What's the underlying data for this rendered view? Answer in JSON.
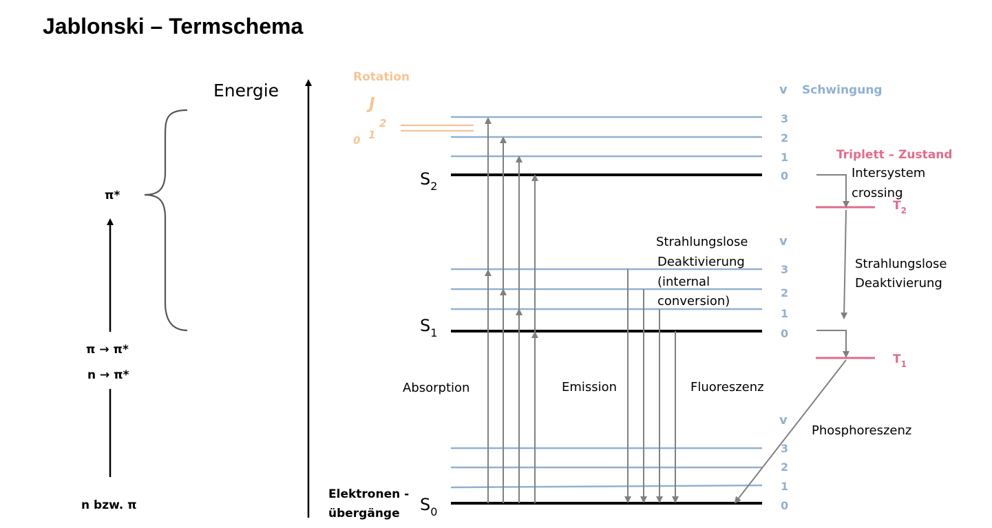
{
  "title": "Jablonski – Termschema",
  "left_panel": {
    "pi_star": "π*",
    "transition_1": "π → π*",
    "transition_2": "n → π*",
    "ground": "n bzw. π"
  },
  "energy_label": "Energie",
  "rotation": {
    "label": "Rotation",
    "symbol": "J",
    "levels": [
      "0",
      "1",
      "2"
    ]
  },
  "vibration": {
    "symbol": "v",
    "label": "Schwingung",
    "levels_s2": [
      "3",
      "2",
      "1",
      "0"
    ],
    "levels_s1": [
      "3",
      "2",
      "1",
      "0"
    ],
    "levels_s0": [
      "3",
      "2",
      "1",
      "0"
    ],
    "v_s1": "v",
    "v_s0": "v"
  },
  "states": {
    "s2": {
      "letter": "S",
      "sub": "2"
    },
    "s1": {
      "letter": "S",
      "sub": "1"
    },
    "s0": {
      "letter": "S",
      "sub": "0"
    },
    "t2": {
      "letter": "T",
      "sub": "2"
    },
    "t1": {
      "letter": "T",
      "sub": "1"
    }
  },
  "labels": {
    "triplet": "Triplett – Zustand",
    "isc_1": "Intersystem",
    "isc_2": "crossing",
    "rd_right_1": "Strahlungslose",
    "rd_right_2": "Deaktivierung",
    "ic_1": "Strahlungslose",
    "ic_2": "Deaktivierung",
    "ic_3": "(internal",
    "ic_4": "conversion)",
    "absorption": "Absorption",
    "emission": "Emission",
    "fluorescence": "Fluoreszenz",
    "phosphorescence": "Phosphoreszenz",
    "electronic_1": "Elektronen -",
    "electronic_2": "übergänge"
  },
  "colors": {
    "vibration": "#92b0d2",
    "rotation": "#f5c496",
    "triplet": "#e06c8a",
    "arrow_gray": "#808080"
  }
}
